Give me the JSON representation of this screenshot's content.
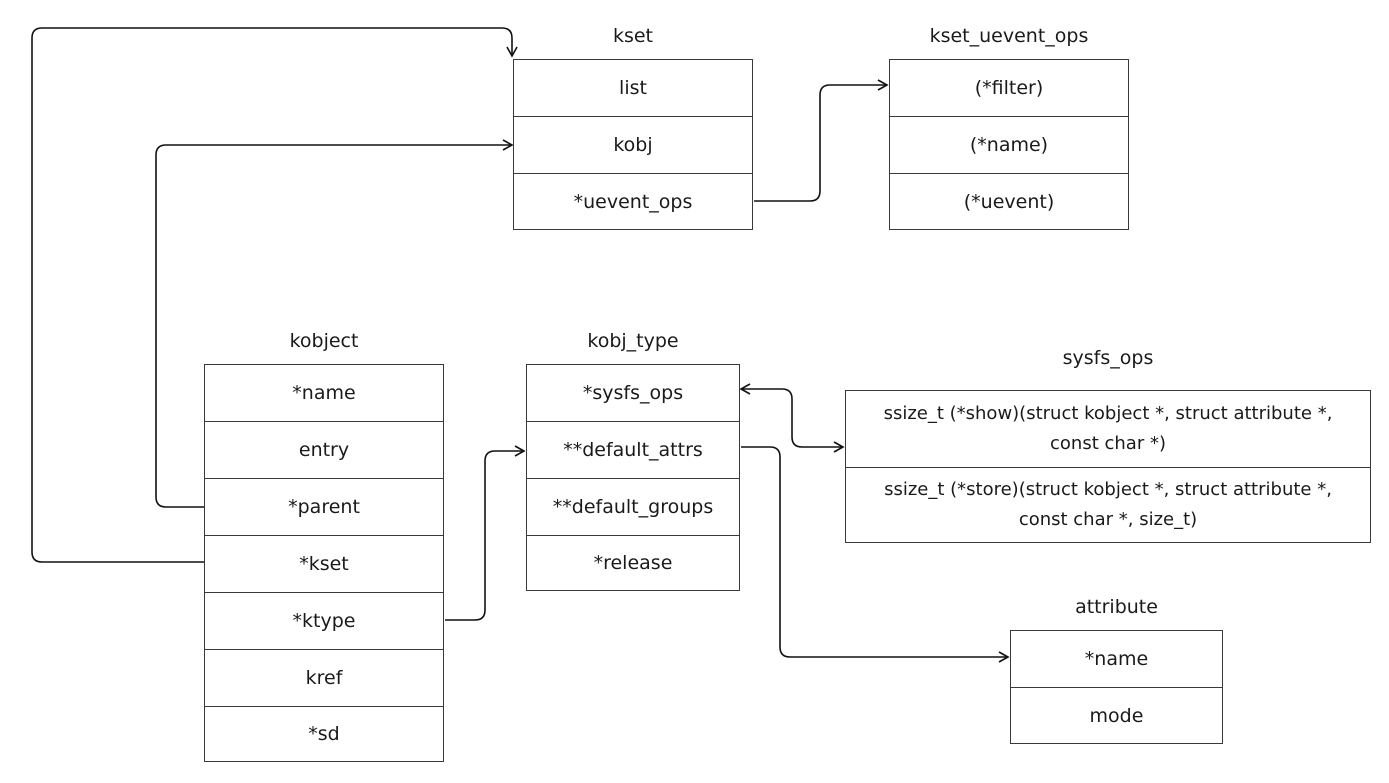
{
  "kset": {
    "title": "kset",
    "fields": [
      "list",
      "kobj",
      "*uevent_ops"
    ]
  },
  "kset_uevent_ops": {
    "title": "kset_uevent_ops",
    "fields": [
      "(*filter)",
      "(*name)",
      "(*uevent)"
    ]
  },
  "kobject": {
    "title": "kobject",
    "fields": [
      "*name",
      "entry",
      "*parent",
      "*kset",
      "*ktype",
      "kref",
      "*sd"
    ]
  },
  "kobj_type": {
    "title": "kobj_type",
    "fields": [
      "*sysfs_ops",
      "**default_attrs",
      "**default_groups",
      "*release"
    ]
  },
  "sysfs_ops": {
    "title": "sysfs_ops",
    "fields": [
      {
        "line1": "ssize_t (*show)(struct kobject *, struct attribute *,",
        "line2": "const char *)"
      },
      {
        "line1": "ssize_t (*store)(struct kobject *, struct attribute *,",
        "line2": "const char *, size_t)"
      }
    ]
  },
  "attribute": {
    "title": "attribute",
    "fields": [
      "*name",
      "mode"
    ]
  }
}
